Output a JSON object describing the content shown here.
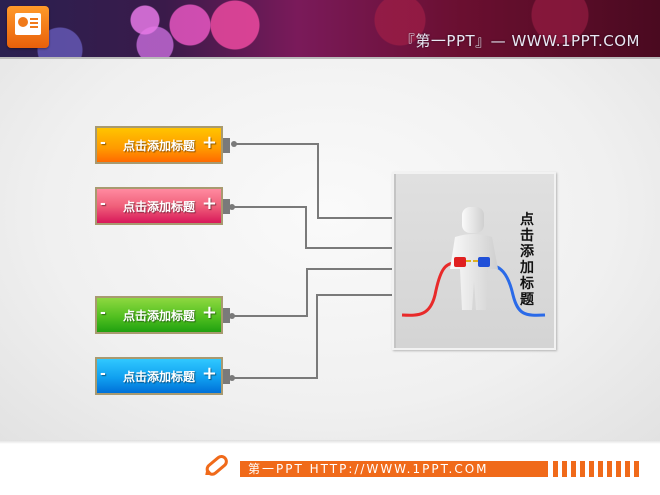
{
  "header": {
    "title": "『第一PPT』— WWW.1PPT.COM",
    "logo_icon": "powerpoint-icon",
    "accent_color": "#e8600a"
  },
  "diagram": {
    "items": [
      {
        "label": "点击添加标题",
        "minus": "-",
        "plus": "+",
        "color": "#ff9a00"
      },
      {
        "label": "点击添加标题",
        "minus": "-",
        "plus": "+",
        "color": "#f0607a"
      },
      {
        "label": "点击添加标题",
        "minus": "-",
        "plus": "+",
        "color": "#52c020"
      },
      {
        "label": "点击添加标题",
        "minus": "-",
        "plus": "+",
        "color": "#10a0f0"
      }
    ],
    "panel": {
      "title": "点击添加标题",
      "image": "3d-person-connecting-plugs"
    },
    "connector_color": "#777777"
  },
  "footer": {
    "text": "第一PPT HTTP://WWW.1PPT.COM",
    "icon": "pencil-icon",
    "color": "#f06a1a",
    "tick_count": 10
  }
}
